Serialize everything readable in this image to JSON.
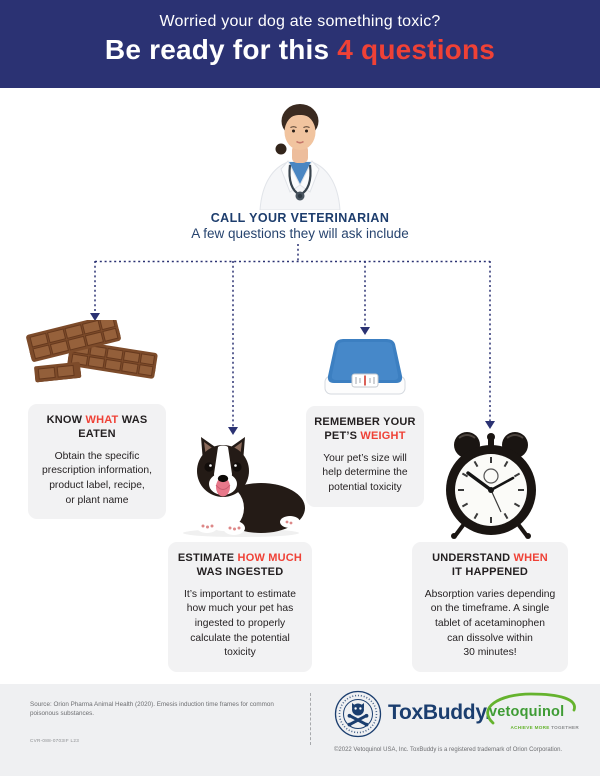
{
  "colors": {
    "header_bg": "#2b3273",
    "accent_red": "#ef4136",
    "navy_text": "#1d3d6d",
    "title_dark": "#231f20",
    "card_bg": "#f2f2f3",
    "footer_bg": "#eff0f2",
    "toxbuddy_navy": "#1b3e6f",
    "vetoquinol_green": "#65b32e",
    "dashed_line": "#2b3273"
  },
  "header": {
    "line1": "Worried your dog ate something toxic?",
    "line2_white": "Be ready for this ",
    "line2_accent": "4 questions"
  },
  "intro": {
    "title": "CALL YOUR VETERINARIAN",
    "subtitle": "A few questions they will ask include"
  },
  "cards": [
    {
      "name": "know-what-was-eaten",
      "icon": "chocolate-bars",
      "title": {
        "l1_pre": "KNOW ",
        "l1_hl": "WHAT",
        "l1_post": " WAS EATEN"
      },
      "body": "Obtain the specific\nprescription information,\nproduct label, recipe,\nor plant name"
    },
    {
      "name": "estimate-how-much-was-ingested",
      "icon": "boston-terrier-dog",
      "title": {
        "l1_pre": "ESTIMATE ",
        "l1_hl": "HOW MUCH",
        "l2": "WAS INGESTED"
      },
      "body": "It’s important to estimate\nhow much your pet has\ningested to properly\ncalculate the potential\ntoxicity"
    },
    {
      "name": "remember-your-pets-weight",
      "icon": "weight-scale",
      "title": {
        "l1": "REMEMBER YOUR",
        "l2_pre": "PET’S ",
        "l2_hl": "WEIGHT"
      },
      "body": "Your pet’s size will\nhelp determine the\npotential toxicity"
    },
    {
      "name": "understand-when-it-happened",
      "icon": "alarm-clock",
      "title": {
        "l1_pre": "UNDERSTAND ",
        "l1_hl": "WHEN",
        "l2": "IT HAPPENED"
      },
      "body": "Absorption varies depending\non the timeframe. A single\ntablet of acetaminophen\ncan dissolve within\n30 minutes!"
    }
  ],
  "footer": {
    "source": "Source: Orion Pharma Animal Health (2020). Emesis induction time frames for common\npoisonous substances.",
    "code": "CVR-088-0703IF L23",
    "toxbuddy": "ToxBuddy.",
    "vetoquinol_word": "vetoquinol",
    "tagline_green": "ACHIEVE MORE ",
    "tagline_gray": "TOGETHER",
    "copyright": "©2022 Vetoquinol USA, Inc. ToxBuddy is a registered trademark of Orion Corporation."
  }
}
